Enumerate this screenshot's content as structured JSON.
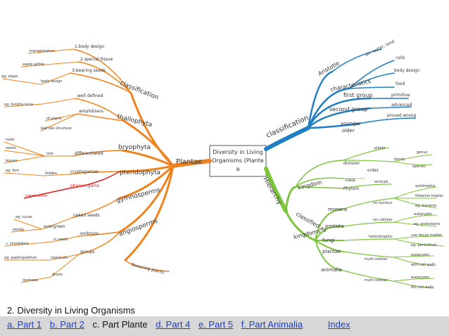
{
  "center": {
    "lines": [
      "Diversity in Living",
      "Organisms (Plante",
      "a"
    ]
  },
  "colors": {
    "orange": "#f0821e",
    "blue": "#1f7fc0",
    "green": "#7cc43a",
    "red": "#e01e1e",
    "gray": "#d7d7d7"
  },
  "main_branches": {
    "plantae": "Plantae",
    "classification": "classification",
    "hierarchy": "Hierarchy"
  },
  "left": {
    "classification": {
      "label": "classification",
      "items": [
        "1.body design",
        "2.special tissue",
        "3.bearing seeds"
      ],
      "sub": [
        "transportation",
        "seeds within",
        "body design"
      ]
    },
    "thallophyta": {
      "label": "thallophyta",
      "items": [
        "well defined",
        "amphibians"
      ],
      "sub": [
        "eg: algae",
        "eg: fundria ricca",
        "of plants",
        "leaf like structure"
      ]
    },
    "bryophyta": {
      "label": "bryophyta",
      "items": [
        "differentiated",
        "cryptogamae",
        "phanerogams"
      ],
      "sub": [
        "roots",
        "stems",
        "leaves",
        "into",
        "eg: fern",
        "hidden",
        "naked seeds"
      ]
    },
    "pteridophyta": {
      "label": "pteridophyta"
    },
    "gymnosperms": {
      "label": "gymnosperms",
      "items": [
        "naked seeds",
        "evergreen"
      ],
      "sub": [
        "eg: cycas",
        "woody"
      ]
    },
    "angiosperms": {
      "label": "angiosperms",
      "items": [
        "embryos",
        "in seeds",
        "groups",
        "monocots",
        "dicots",
        "flowering plants"
      ],
      "sub": [
        "≈ cotyledons",
        "eg: paphiopedilum",
        "ipomoea"
      ]
    }
  },
  "right_top": {
    "aristotle": {
      "label": "Aristotle",
      "items": [
        "air, water, land"
      ]
    },
    "characteristics": {
      "label": "characteristics",
      "items": [
        "cells",
        "body design",
        "food"
      ]
    },
    "first_group": {
      "label": "first group",
      "items": [
        "primitive"
      ]
    },
    "second_group": {
      "label": "second group",
      "items": [
        "advanced"
      ]
    },
    "younger_older": {
      "label": [
        "younger",
        "older"
      ],
      "items": [
        "proved wrong"
      ]
    }
  },
  "right_bottom": {
    "kingdom": {
      "label": "kingdom",
      "items": [
        "division",
        "order",
        "class",
        "Phylum",
        "family",
        "species",
        "genus",
        "animals",
        "plants"
      ]
    },
    "classified": {
      "label": [
        "classified as",
        "kingdoms"
      ]
    },
    "monera": {
      "label": "monera",
      "items": [
        "no nucleus",
        "autotrophic",
        "fisheries trophic",
        "eg: bacteria"
      ]
    },
    "protista": {
      "label": "protista",
      "items": [
        "uni cellular",
        "eukaryotic",
        "eg: protozoans"
      ]
    },
    "fungi": {
      "label": "fungi",
      "items": [
        "heterotrophic",
        "use decay matter",
        "eg: penicillium"
      ]
    },
    "plantae_k": {
      "label": "plantae",
      "items": [
        "multi cellular",
        "eukaryotic",
        "with cell walls"
      ]
    },
    "animalia": {
      "label": "animalia",
      "items": [
        "multi cellular",
        "eukaryotic",
        "NO cell walls"
      ]
    }
  },
  "footer": {
    "title": "2. Diversity in Living Organisms",
    "links": {
      "a": "a. Part 1",
      "b": "b. Part 2",
      "c": "c. Part Plante",
      "d": "d. Part 4",
      "e": "e. Part 5",
      "f": "f.  Part Animalia",
      "index": "Index"
    }
  }
}
